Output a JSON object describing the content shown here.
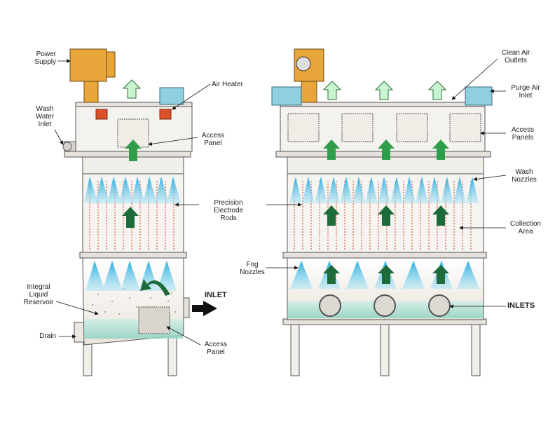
{
  "labels": {
    "power_supply": [
      "Power",
      "Supply"
    ],
    "air_heater": [
      "Air Heater"
    ],
    "wash_water_inlet": [
      "Wash",
      "Water",
      "Inlet"
    ],
    "access_panel_left_top": [
      "Access",
      "Panel"
    ],
    "precision_electrode_rods": [
      "Precision",
      "Electrode",
      "Rods"
    ],
    "integral_liquid_reservoir": [
      "Integral",
      "Liquid",
      "Reservoir"
    ],
    "inlet_left": [
      "INLET"
    ],
    "drain": [
      "Drain"
    ],
    "access_panel_left_bottom": [
      "Access",
      "Panel"
    ],
    "clean_air_outlets": [
      "Clean Air",
      "Outlets"
    ],
    "purge_air_inlet": [
      "Purge Air",
      "Inlet"
    ],
    "access_panels_right": [
      "Access",
      "Panels"
    ],
    "wash_nozzles": [
      "Wash",
      "Nozzles"
    ],
    "collection_area": [
      "Collection",
      "Area"
    ],
    "fog_nozzles": [
      "Fog",
      "Nozzles"
    ],
    "inlets_right": [
      "INLETS"
    ]
  },
  "colors": {
    "housing": "#f4f2ee",
    "housing_stroke": "#555555",
    "power_supply": "#e8a63a",
    "purge_box": "#8ecfe0",
    "outlet_arrow": "#c8f5d0",
    "flow_arrow": "#2f9e4a",
    "spray": "#3fb9e0",
    "heater": "#d9502a",
    "rods": "#e07b6a",
    "liquid": "#a8dcd0"
  }
}
